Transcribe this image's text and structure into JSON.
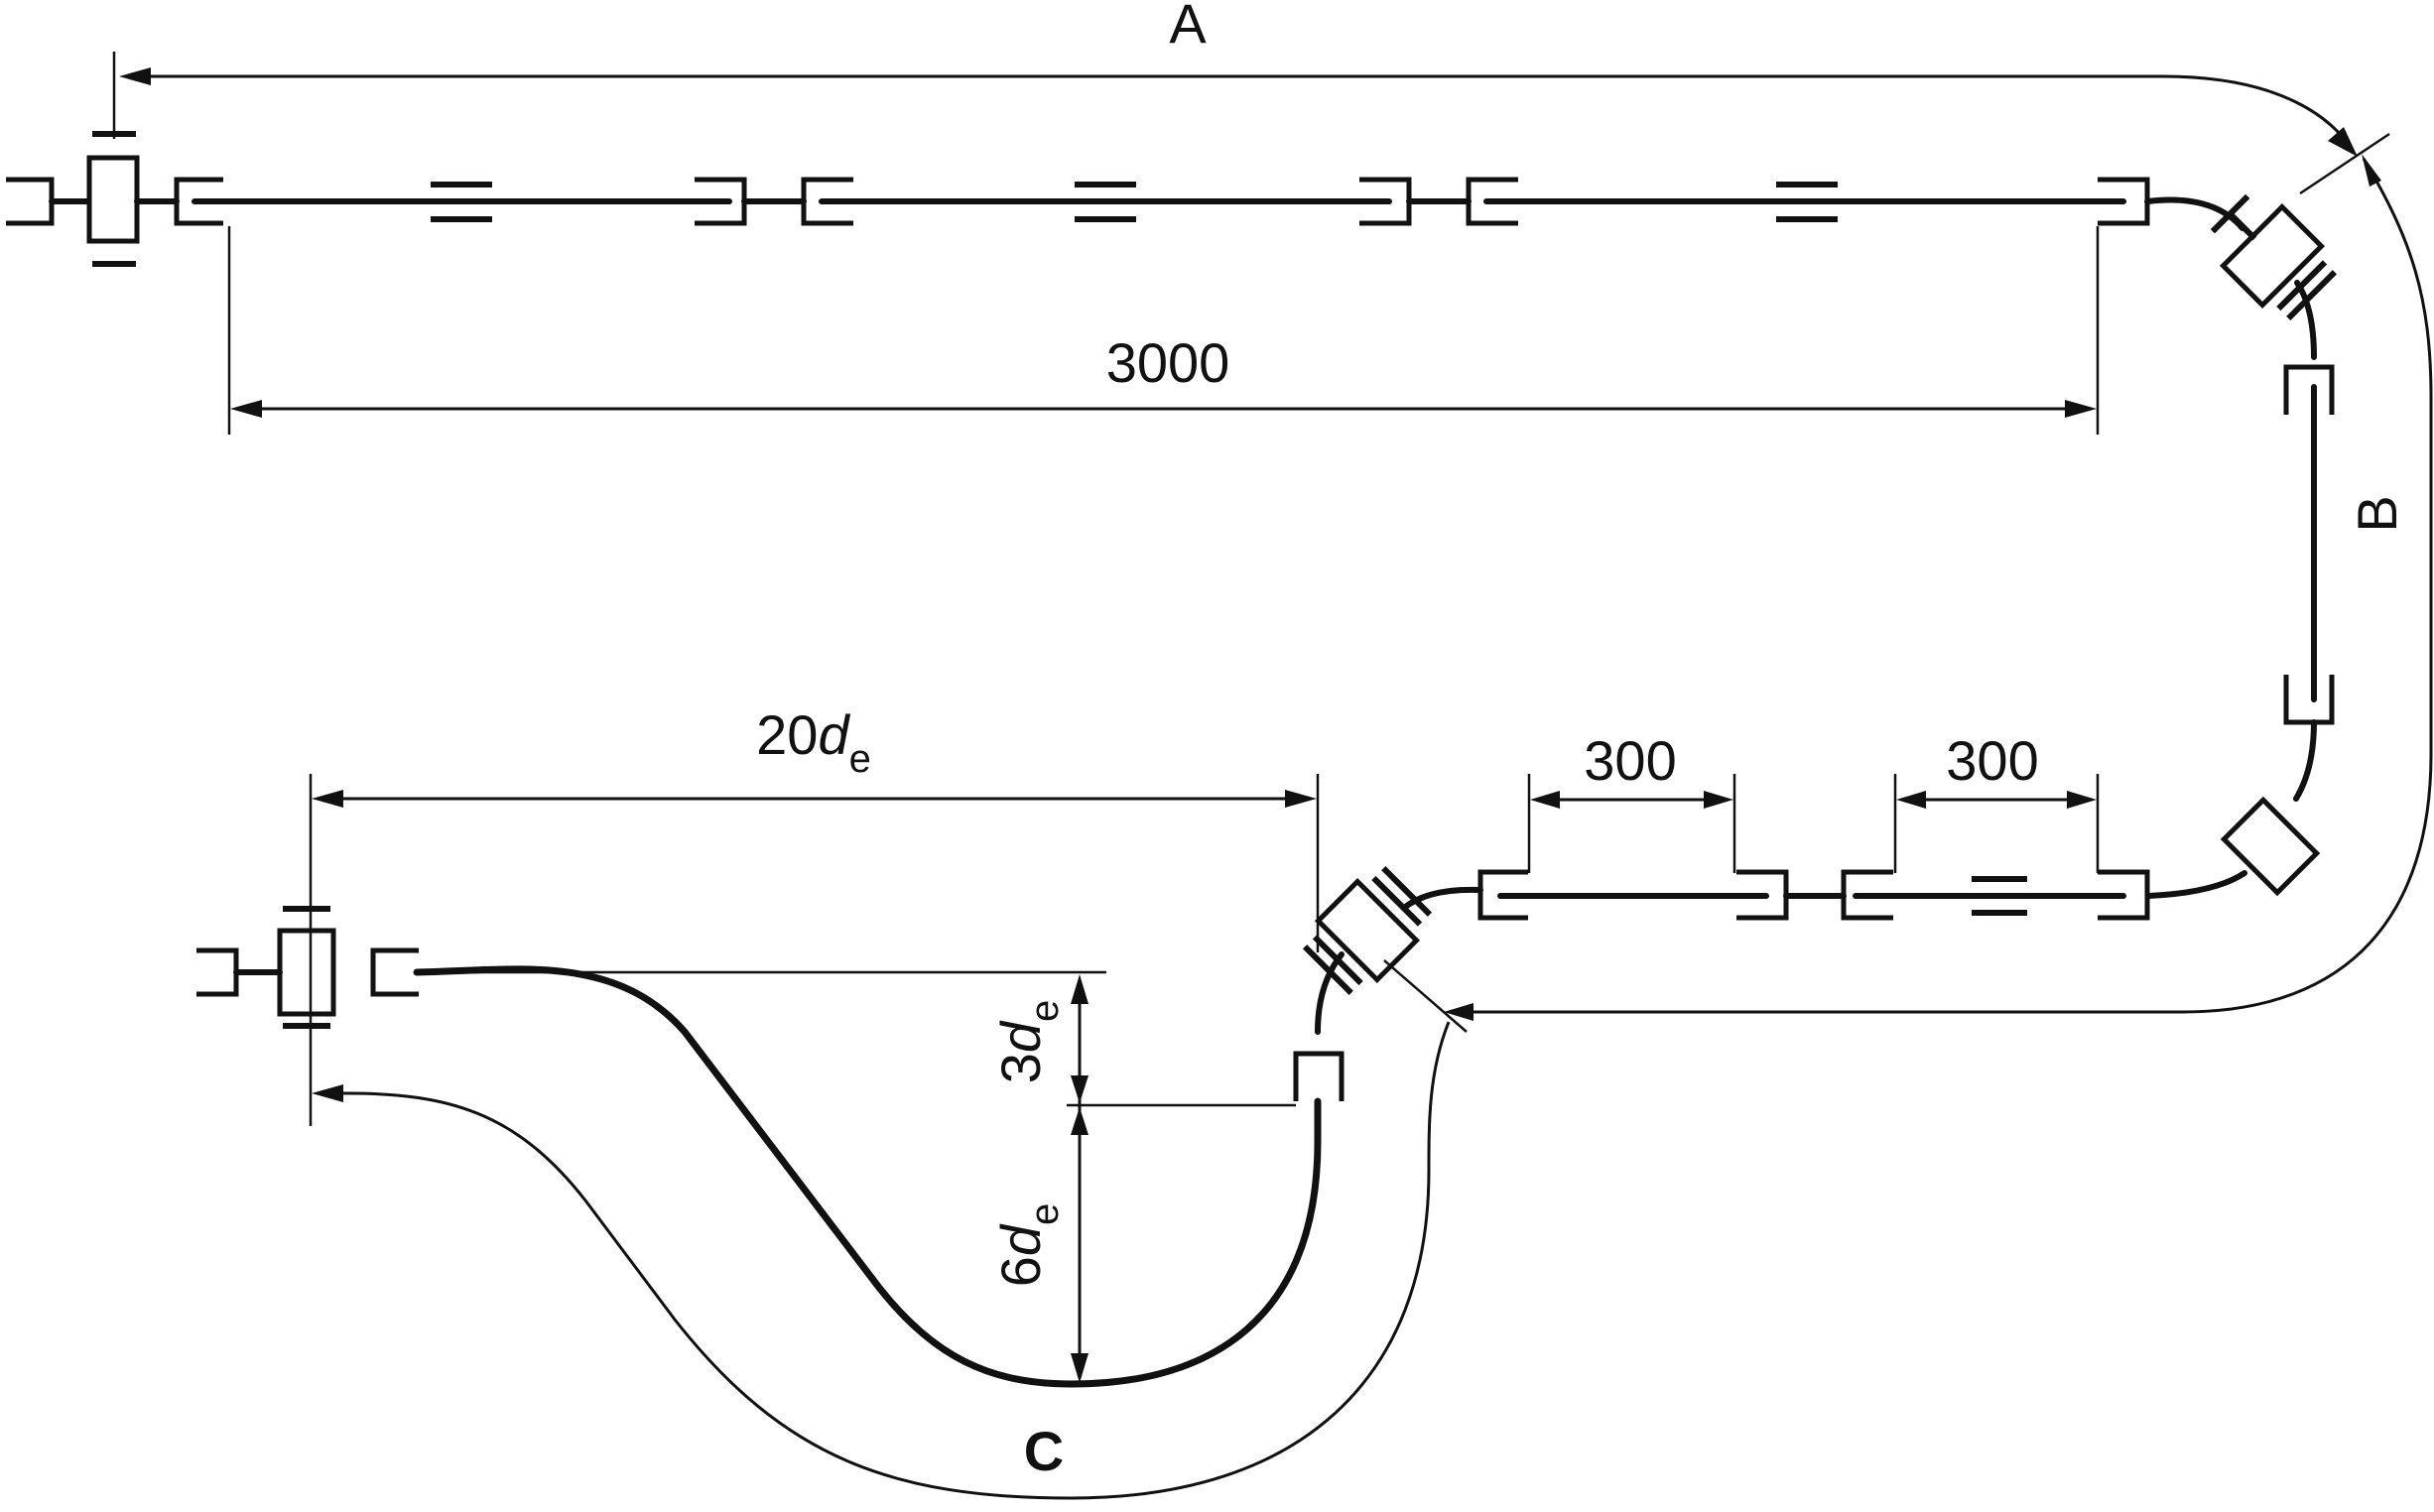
{
  "diagram": {
    "labels": {
      "segment_a": "A",
      "segment_b": "B",
      "segment_c": "C"
    },
    "dimensions": {
      "straight_run": "3000",
      "spacing_1": "300",
      "spacing_2": "300",
      "upstream_prefix": "20",
      "offset_3_prefix": "3",
      "offset_6_prefix": "6",
      "diameter_symbol": "d",
      "diameter_subscript": "e"
    }
  }
}
